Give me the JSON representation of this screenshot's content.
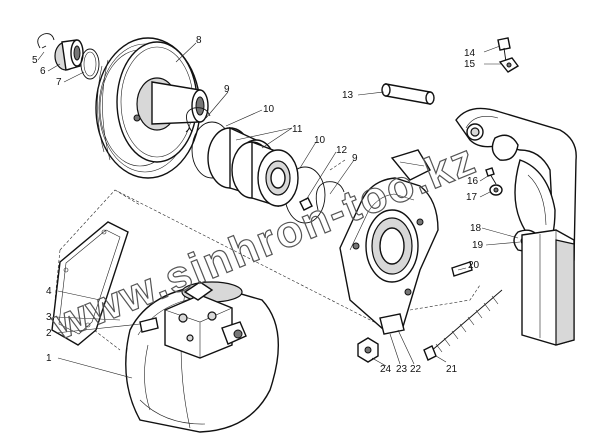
{
  "labels": {
    "l1": "1",
    "l2": "2",
    "l3": "3",
    "l4": "4",
    "l5": "5",
    "l6": "6",
    "l7": "7",
    "l8": "8",
    "l9a": "9",
    "l9b": "9",
    "l10a": "10",
    "l10b": "10",
    "l11": "11",
    "l12": "12",
    "l13": "13",
    "l14": "14",
    "l15": "15",
    "l16": "16",
    "l17": "17",
    "l18": "18",
    "l19": "19",
    "l20": "20",
    "l21": "21",
    "l22": "22",
    "l23": "23",
    "l24": "24"
  },
  "watermark": {
    "text": "www.sinhron-too.kz",
    "color": "#555555"
  },
  "colors": {
    "ink": "#111111",
    "background": "#ffffff"
  }
}
